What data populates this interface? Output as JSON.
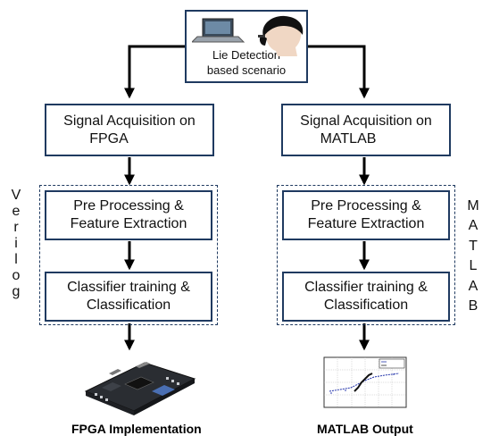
{
  "scenario": {
    "line1": "Lie Detection",
    "line2": "based  scenario",
    "icons": [
      "laptop-icon",
      "person-head-icon"
    ]
  },
  "left": {
    "acquisition": [
      "Signal Acquisition on",
      "FPGA"
    ],
    "preprocess": [
      "Pre Processing &",
      "Feature Extraction"
    ],
    "classifier": [
      "Classifier training &",
      "Classification"
    ],
    "side_label": [
      "V",
      "e",
      "r",
      "i",
      "l",
      "o",
      "g"
    ],
    "output_caption": "FPGA Implementation",
    "output_icon": "fpga-board-icon"
  },
  "right": {
    "acquisition": [
      "Signal Acquisition on",
      "MATLAB"
    ],
    "preprocess": [
      "Pre Processing &",
      "Feature Extraction"
    ],
    "classifier": [
      "Classifier training &",
      "Classification"
    ],
    "side_label": [
      "M",
      "A",
      "T",
      "L",
      "A",
      "B"
    ],
    "output_caption": "MATLAB Output",
    "output_icon": "matlab-plot-icon"
  },
  "colors": {
    "box_border": "#1f3a60",
    "arrow": "#000000"
  }
}
